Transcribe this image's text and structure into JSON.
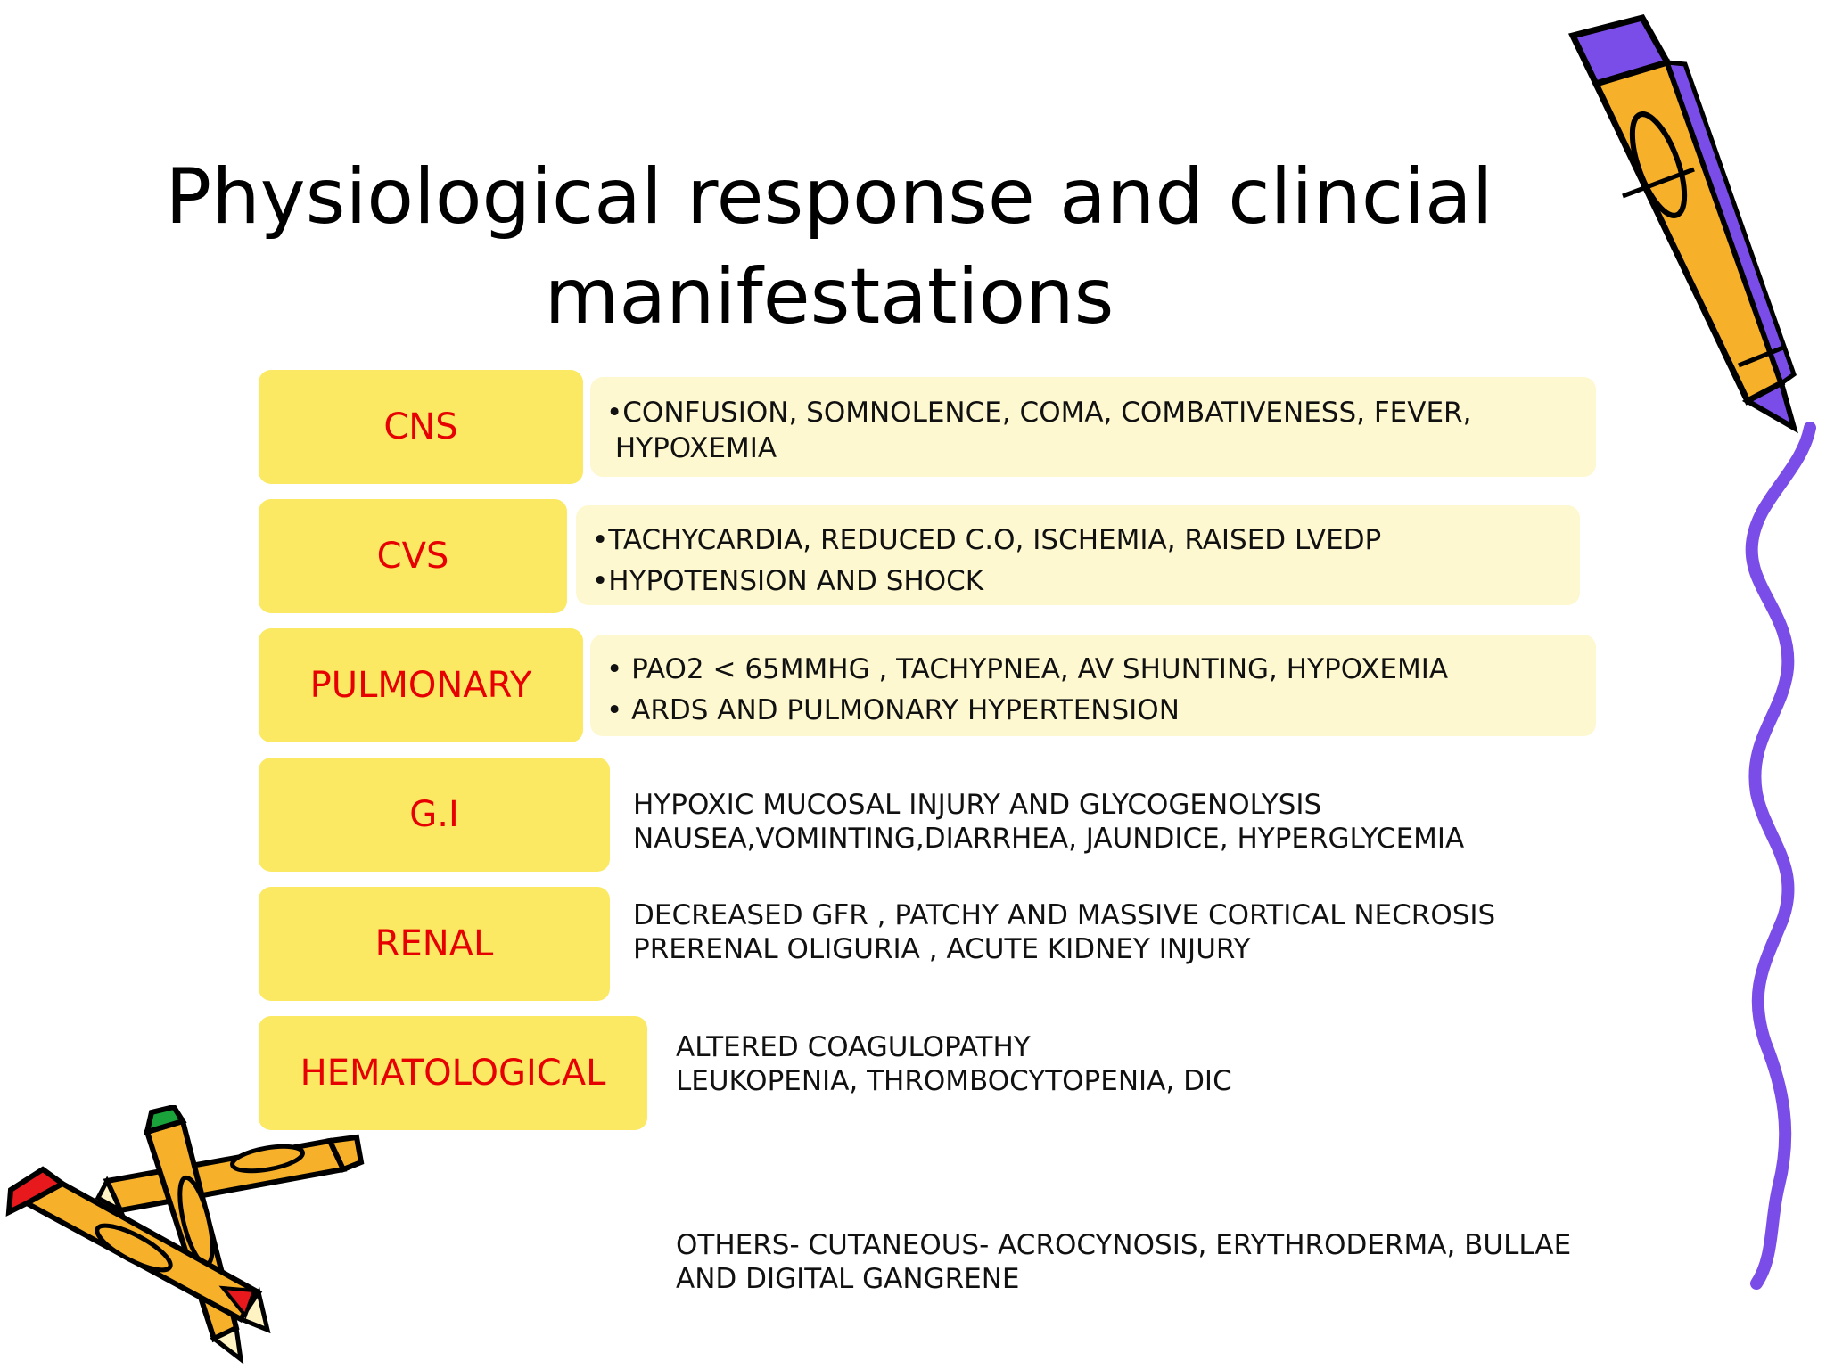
{
  "slide": {
    "title_lines": [
      "Physiological response and clincial",
      "manifestations"
    ],
    "rows": [
      {
        "label": "CNS",
        "lines": [
          "•CONFUSION, SOMNOLENCE, COMA, COMBATIVENESS, FEVER,",
          " HYPOXEMIA"
        ]
      },
      {
        "label": "CVS",
        "lines": [
          "•TACHYCARDIA, REDUCED C.O,  ISCHEMIA, RAISED LVEDP",
          "•HYPOTENSION AND SHOCK"
        ]
      },
      {
        "label": "PULMONARY",
        "lines": [
          "• PAO2 < 65MMHG , TACHYPNEA, AV SHUNTING, HYPOXEMIA",
          "• ARDS AND PULMONARY HYPERTENSION"
        ]
      },
      {
        "label": "G.I",
        "lines": [
          "HYPOXIC MUCOSAL INJURY AND GLYCOGENOLYSIS",
          "NAUSEA,VOMINTING,DIARRHEA, JAUNDICE, HYPERGLYCEMIA"
        ]
      },
      {
        "label": "RENAL",
        "lines": [
          "DECREASED GFR , PATCHY AND MASSIVE CORTICAL NECROSIS",
          "PRERENAL OLIGURIA , ACUTE KIDNEY INJURY"
        ]
      },
      {
        "label": "HEMATOLOGICAL",
        "lines": [
          "ALTERED COAGULOPATHY",
          "LEUKOPENIA, THROMBOCYTOPENIA, DIC"
        ]
      }
    ],
    "others_lines": [
      "OTHERS- CUTANEOUS- ACROCYNOSIS, ERYTHRODERMA, BULLAE",
      "AND DIGITAL GANGRENE"
    ]
  },
  "decorations": {
    "pencil_colors": {
      "body": "#f7b02a",
      "outline": "#000000",
      "eraser": "#7b4de8",
      "tip_green": "#1aa33a",
      "tip_red": "#e8191c"
    },
    "squiggle_color": "#7b4de8",
    "icons": [
      "pencil-icon",
      "pencil-group-icon",
      "squiggle-line-icon"
    ]
  }
}
